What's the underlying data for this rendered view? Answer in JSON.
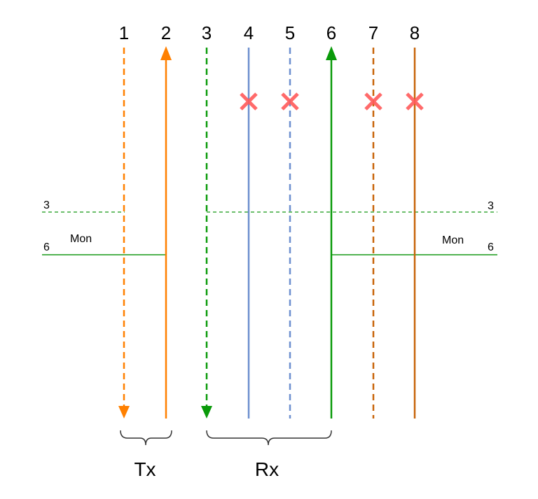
{
  "pins": [
    {
      "label": "1",
      "color": "#ff8000",
      "style": "dashed",
      "arrow": "down",
      "disabled": false
    },
    {
      "label": "2",
      "color": "#ff8000",
      "style": "solid",
      "arrow": "up",
      "disabled": false
    },
    {
      "label": "3",
      "color": "#0a9a0a",
      "style": "dashed",
      "arrow": "down",
      "disabled": false
    },
    {
      "label": "4",
      "color": "#6d8fcf",
      "style": "solid",
      "arrow": "none",
      "disabled": true
    },
    {
      "label": "5",
      "color": "#6d8fcf",
      "style": "dashed",
      "arrow": "none",
      "disabled": true
    },
    {
      "label": "6",
      "color": "#0a9a0a",
      "style": "solid",
      "arrow": "up",
      "disabled": false
    },
    {
      "label": "7",
      "color": "#c8650a",
      "style": "dashed",
      "arrow": "none",
      "disabled": true
    },
    {
      "label": "8",
      "color": "#c8650a",
      "style": "solid",
      "arrow": "none",
      "disabled": true
    }
  ],
  "monitor": {
    "left": {
      "pin3": "3",
      "pin6": "6",
      "label": "Mon"
    },
    "right": {
      "pin3": "3",
      "pin6": "6",
      "label": "Mon"
    },
    "line_color": "#3aa83a"
  },
  "groups": {
    "tx": "Tx",
    "rx": "Rx"
  },
  "x_mark_color": "#ff5a5a"
}
